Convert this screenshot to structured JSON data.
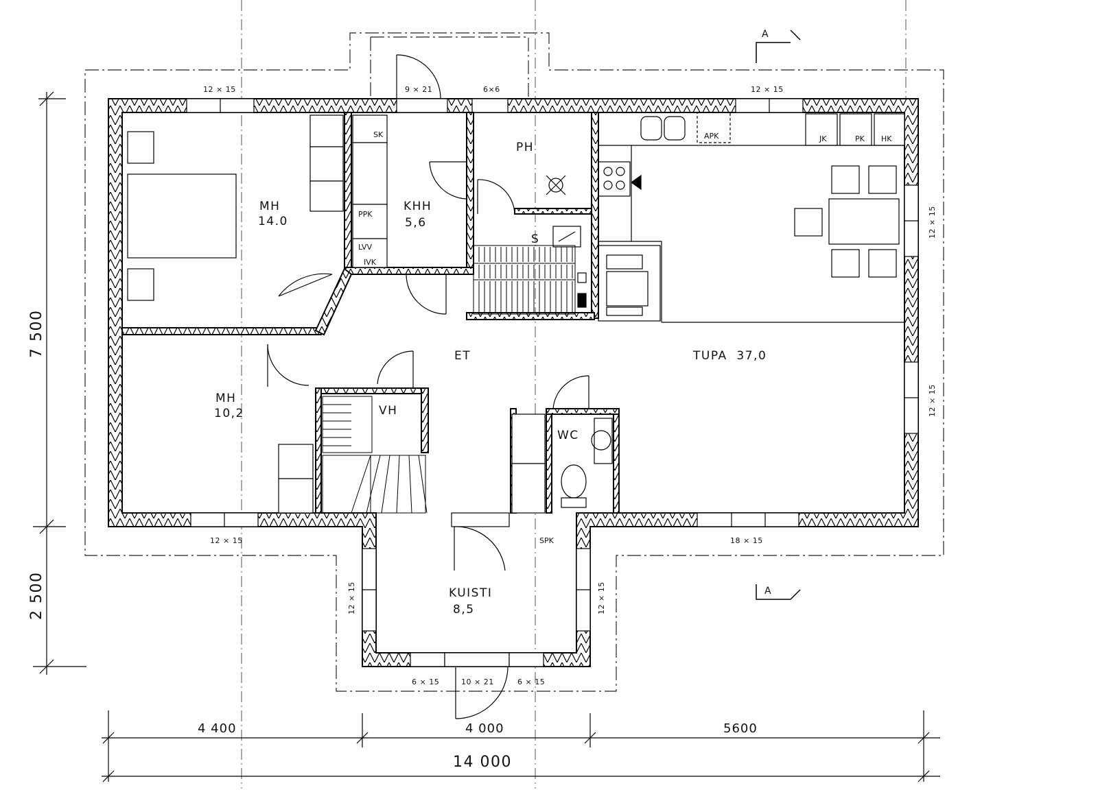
{
  "rooms": {
    "mh_large": {
      "name": "MH",
      "area": "14.0"
    },
    "mh_small": {
      "name": "MH",
      "area": "10,2"
    },
    "khh": {
      "name": "KHH",
      "area": "5,6"
    },
    "ph": "PH",
    "s": "S",
    "et": "ET",
    "tupa": "TUPA  37,0",
    "vh": "VH",
    "wc": "WC",
    "kuisti": {
      "name": "KUISTI",
      "area": "8,5"
    }
  },
  "fixtures": {
    "sk": "SK",
    "ppk": "PPK",
    "lvv": "LVV",
    "ivk": "IVK",
    "apk": "APK",
    "jk": "JK",
    "pk": "PK",
    "hk": "HK",
    "spk": "SPK"
  },
  "windows": {
    "top_left": "12 × 15",
    "top_door": "9 × 21",
    "top_small": "6×6",
    "top_right": "12 × 15",
    "right_upper": "12 × 15",
    "right_lower": "12 × 15",
    "bottom_left": "12 × 15",
    "bottom_right": "18 × 15",
    "kuisti_left": "12 × 15",
    "kuisti_right": "12 × 15",
    "kuisti_bottom_left": "6 × 15",
    "kuisti_door": "10 × 21",
    "kuisti_bottom_right": "6 × 15"
  },
  "dimensions": {
    "vertical_main": "7 500",
    "vertical_kuisti": "2 500",
    "segment_left": "4 400",
    "segment_mid": "4 000",
    "segment_right": "5600",
    "total": "14 000"
  },
  "section_marks": {
    "top": "A",
    "bottom": "A"
  }
}
